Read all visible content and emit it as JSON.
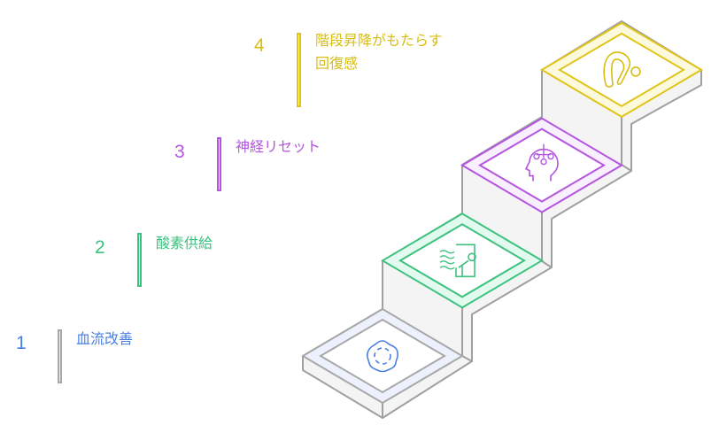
{
  "title": "階段昇降の効果",
  "steps": [
    {
      "number": "1",
      "label": "血流改善",
      "icon": "blood-flow-icon",
      "color": "#4a7fe0",
      "stroke": "#a8a8a8",
      "tint": "#ecf1fd"
    },
    {
      "number": "2",
      "label": "酸素供給",
      "icon": "breathing-wind-icon",
      "color": "#3cc17e",
      "stroke": "#3cc17e",
      "tint": "#e3fbef"
    },
    {
      "number": "3",
      "label": "神経リセット",
      "icon": "brain-head-icon",
      "color": "#b455e0",
      "stroke": "#b455e0",
      "tint": "#f8efff"
    },
    {
      "number": "4",
      "label": "階段昇降がもたらす\n回復感",
      "icon": "bending-person-icon",
      "color": "#d9bd10",
      "stroke": "#e0c419",
      "tint": "#fdf9dd"
    }
  ]
}
